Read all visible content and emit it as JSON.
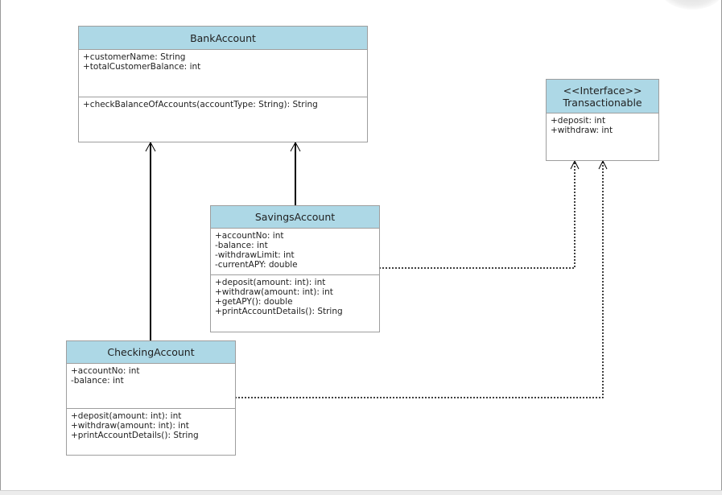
{
  "classes": {
    "bank_account": {
      "name": "BankAccount",
      "attributes": [
        "+customerName: String",
        "+totalCustomerBalance: int"
      ],
      "operations": [
        "+checkBalanceOfAccounts(accountType: String): String"
      ]
    },
    "transactionable": {
      "stereotype": "<<Interface>>",
      "name": "Transactionable",
      "attributes": [
        "+deposit: int",
        "+withdraw: int"
      ]
    },
    "savings_account": {
      "name": "SavingsAccount",
      "attributes": [
        "+accountNo: int",
        "-balance: int",
        "-withdrawLimit: int",
        "-currentAPY: double"
      ],
      "operations": [
        "+deposit(amount: int): int",
        "+withdraw(amount: int): int",
        "+getAPY(): double",
        "+printAccountDetails(): String"
      ]
    },
    "checking_account": {
      "name": "CheckingAccount",
      "attributes": [
        "+accountNo: int",
        "-balance: int"
      ],
      "operations": [
        "+deposit(amount: int): int",
        "+withdraw(amount: int): int",
        "+printAccountDetails(): String"
      ]
    }
  },
  "relationships": [
    {
      "from": "CheckingAccount",
      "to": "BankAccount",
      "kind": "association"
    },
    {
      "from": "SavingsAccount",
      "to": "BankAccount",
      "kind": "association"
    },
    {
      "from": "SavingsAccount",
      "to": "Transactionable",
      "kind": "dependency"
    },
    {
      "from": "CheckingAccount",
      "to": "Transactionable",
      "kind": "dependency"
    }
  ],
  "colors": {
    "class_header": "#add8e6",
    "border": "#9e9e9e",
    "connector": "#000000"
  }
}
